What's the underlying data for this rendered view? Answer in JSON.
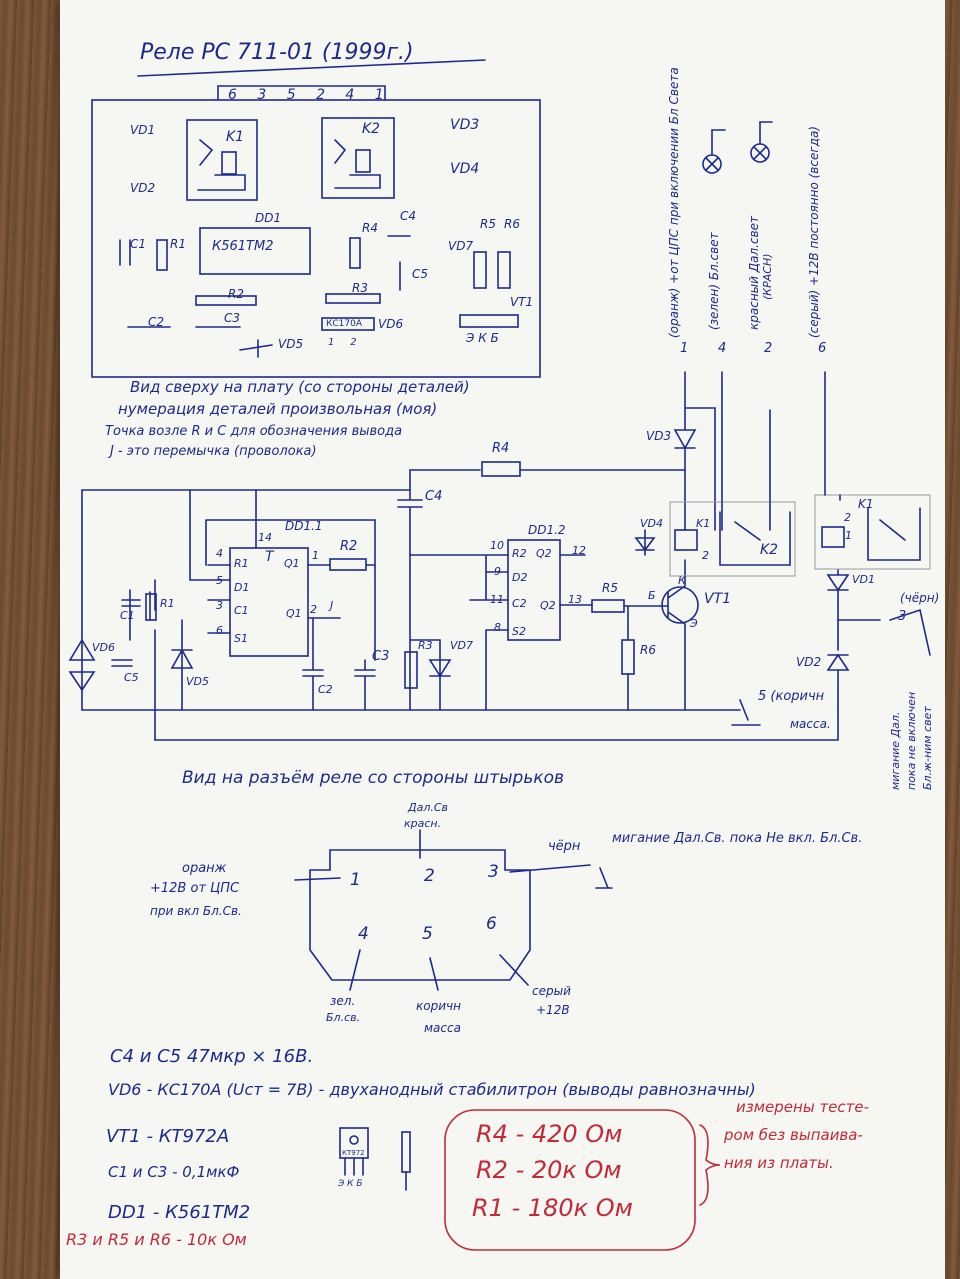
{
  "title": "Реле  РС 711-01  (1999г.)",
  "board": {
    "pin_numbers": "6 3 5 2 4 1",
    "parts": {
      "vd1": "VD1",
      "vd2": "VD2",
      "vd3": "VD3",
      "vd4": "VD4",
      "vd5": "VD5",
      "vd6": "VD6",
      "vd7": "VD7",
      "k1": "K1",
      "k2": "K2",
      "dd1": "DD1",
      "chip": "К561ТМ2",
      "c1": "C1",
      "c2": "C2",
      "c3": "C3",
      "c4": "C4",
      "c5": "C5",
      "r1": "R1",
      "r2": "R2",
      "r3": "R3",
      "r4": "R4",
      "r5": "R5",
      "r6": "R6",
      "vt1": "VT1",
      "ekb": "Э К Б",
      "kc": "КС170А",
      "kc_pins": "1     2"
    },
    "notes": [
      "Вид сверху на плату (со стороны деталей)",
      "нумерация деталей произвольная (моя)",
      "Точка возле R и С для обозначения вывода",
      "J - это перемычка (проволока)"
    ]
  },
  "schematic": {
    "dd11": "DD1.1",
    "dd12": "DD1.2",
    "t": "T",
    "r_pin": "R1",
    "d_pin": "D1",
    "c_pin": "C1",
    "s_pin": "S1",
    "q1": "Q1",
    "q1b": "Q1",
    "r2_pin": "R2",
    "d2_pin": "D2",
    "c2_pin": "C2",
    "s2_pin": "S2",
    "q2": "Q2",
    "q2b": "Q2",
    "pin14": "14",
    "pin4": "4",
    "pin5": "5",
    "pin3": "3",
    "pin6": "6",
    "pin1": "1",
    "pin2": "2",
    "pin10": "10",
    "pin9": "9",
    "pin11": "11",
    "pin8": "8",
    "pin12": "12",
    "pin13": "13",
    "j": "J",
    "k": "К",
    "b": "Б",
    "e": "Э",
    "k1": "K1",
    "k2": "K2",
    "kon1": "1",
    "kon2": "2",
    "connectors": [
      {
        "num": "1",
        "label": "(оранж) +от ЦПС при включении Бл Света"
      },
      {
        "num": "4",
        "label": "(зелен) Бл.свет"
      },
      {
        "num": "2",
        "label": "красный Дал.свет"
      },
      {
        "num": "6",
        "label": "(серый) +12В постоянно (всегда)"
      }
    ],
    "pin3_label": "3",
    "pin3_color": "(чёрн)",
    "pin5_label": "5 (коричн",
    "pin5_sub": "масса.",
    "blink_note": [
      "мигание Дал.",
      "пока не включен",
      "Бл.ж-ним свет"
    ],
    "krasn_overlay": "(КРАСН)"
  },
  "connector_view": {
    "title": "Вид на разъём реле со стороны штырьков",
    "pins_top": [
      "1",
      "2",
      "3"
    ],
    "pins_bottom": [
      "4",
      "5",
      "6"
    ],
    "left_label": [
      "оранж",
      "+12В от ЦПС",
      "при вкл Бл.Св."
    ],
    "top_label": [
      "Дал.Св",
      "красн."
    ],
    "right_top": "чёрн",
    "right_note": "мигание Дал.Св. пока Не вкл. Бл.Св.",
    "bottom_labels": [
      [
        "зел.",
        "Бл.св."
      ],
      [
        "коричн",
        "масса"
      ],
      [
        "серый",
        "+12В"
      ]
    ]
  },
  "parts_list": [
    "С4 и С5   47мкр × 16В.",
    "VD6 - КС170А (Uст = 7В) - двуханодный стабилитрон (выводы равнозначны)",
    "VT1 - КТ972А",
    "С1 и С3 - 0,1мкФ",
    "DD1 - К561ТМ2"
  ],
  "transistor_marking": "КТ972",
  "transistor_pins": "Э К Б",
  "red_note": "R3 и R5 и R6 - 10к Ом",
  "measured": [
    "R4 - 420 Ом",
    "R2 - 20к Ом",
    "R1 - 180к Ом"
  ],
  "measured_note": [
    "измерены тесте-",
    "ром без выпаива-",
    "ния из платы."
  ],
  "colors": {
    "ink": "#1d2a8c",
    "red_ink": "#c22a3a",
    "paper": "#f6f6f3"
  }
}
